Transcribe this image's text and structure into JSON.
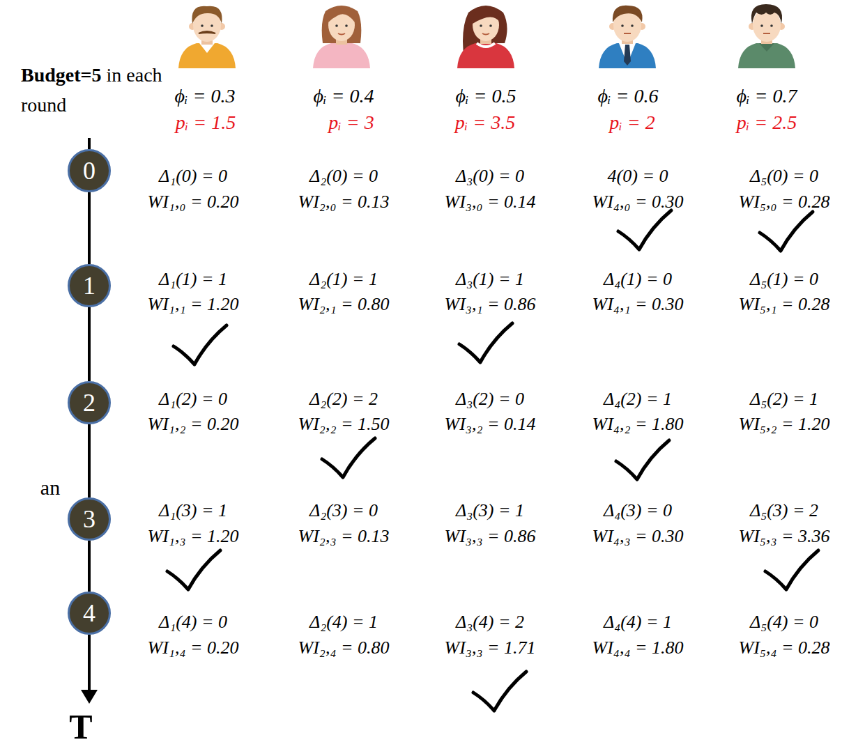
{
  "diagram": {
    "nodes": [
      {
        "text": [
          "0"
        ]
      },
      {
        "text": [
          "1"
        ]
      },
      {
        "text": [
          "2"
        ]
      },
      {
        "text": [
          "3"
        ]
      },
      {
        "text": [
          "4"
        ]
      }
    ],
    "edges": [
      {
        "from": 0,
        "to": 1,
        "arrow": "none"
      },
      {
        "from": 1,
        "to": 2,
        "arrow": "none"
      },
      {
        "from": 2,
        "to": 3,
        "arrow": "none"
      },
      {
        "from": 3,
        "to": 4,
        "arrow": "none"
      }
    ],
    "labels": [
      "Budget=5",
      "in each round",
      "ϕᵢ = 0.3",
      "ϕᵢ = 0.4",
      "ϕᵢ = 0.5",
      "ϕᵢ = 0.6",
      "ϕᵢ = 0.7",
      "pᵢ = 1.5",
      "pᵢ = 3",
      "pᵢ = 3.5",
      "pᵢ = 2",
      "pᵢ = 2.5",
      "Δ₁(0) = 0",
      "WI₁,₀ = 0.20",
      "Δ₂(0) = 0",
      "WI₂,₀ = 0.13",
      "Δ₃(0) = 0",
      "WI₃,₀ = 0.14",
      "4(0) = 0",
      "WI₄,₀ = 0.30",
      "Δ₅(0) = 0",
      "WI₅,₀ = 0.28",
      "Δ₁(1) = 1",
      "WI₁,₁ = 1.20",
      "Δ₂(1) = 1",
      "WI₂,₁ = 0.80",
      "Δ₃(1) = 1",
      "WI₃,₁ = 0.86",
      "Δ₄(1) = 0",
      "WI₄,₁ = 0.30",
      "Δ₅(1) = 0",
      "WI₅,₁ = 0.28",
      "Δ₁(2) = 0",
      "WI₁,₂ = 0.20",
      "Δ₂(2) = 2",
      "WI₂,₂ = 1.50",
      "Δ₃(2) = 0",
      "WI₃,₂ = 0.14",
      "Δ₄(2) = 1",
      "WI₄,₂ = 1.80",
      "Δ₅(2) = 1",
      "WI₅,₂ = 1.20",
      "Δ₁(3) = 1",
      "WI₁,₃ = 1.20",
      "Δ₂(3) = 0",
      "WI₂,₃ = 0.13",
      "Δ₃(3) = 1",
      "WI₃,₃ = 0.86",
      "Δ₄(3) = 0",
      "WI₄,₃ = 0.30",
      "Δ₅(3) = 2",
      "WI₅,₃ = 3.36",
      "Δ₁(4) = 0",
      "WI₁,₄ = 0.20",
      "Δ₂(4) = 1",
      "WI₂,₄ = 0.80",
      "Δ₃(4) = 2",
      "WI₃,₃ = 1.71",
      "Δ₄(4) = 1",
      "WI₄,₄ = 1.80",
      "Δ₅(4) = 0",
      "WI₅,₄ = 0.28",
      "an",
      "T"
    ]
  }
}
